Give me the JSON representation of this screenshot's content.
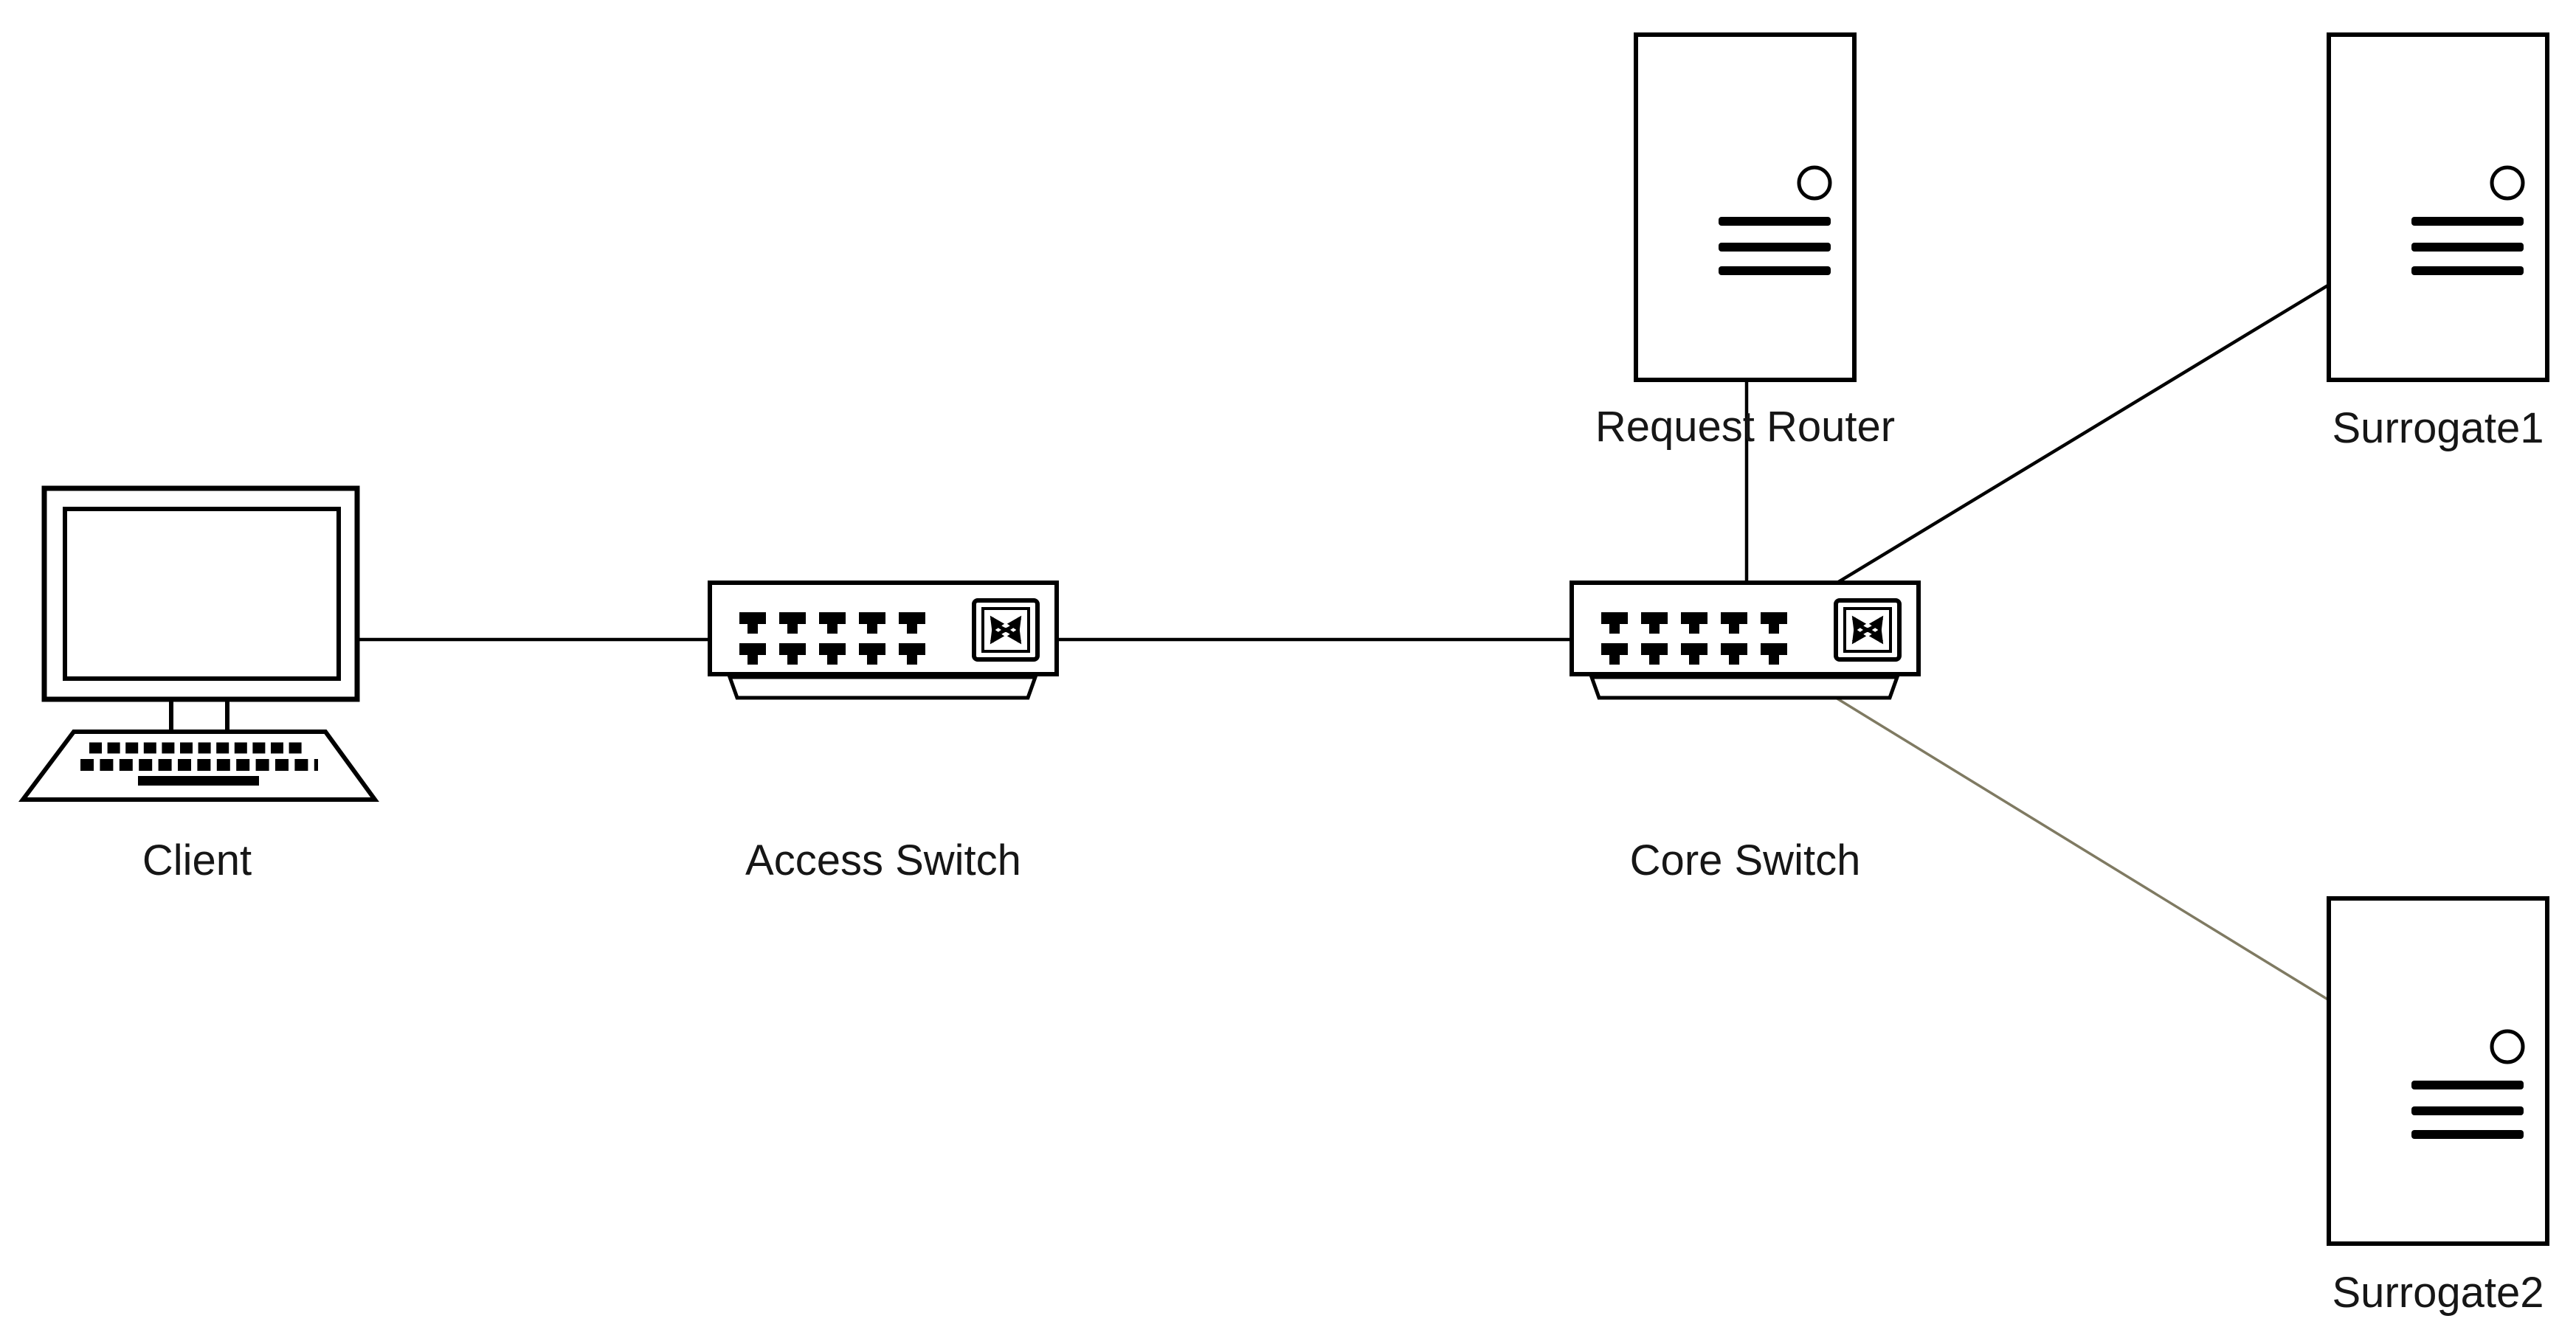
{
  "diagram": {
    "background_color": "#ffffff",
    "outline_color": "#000000",
    "text_color": "#161616",
    "nodes": [
      {
        "id": "client",
        "label": "Client",
        "type": "desktop-computer",
        "icon": "desktop-computer-icon"
      },
      {
        "id": "access-switch",
        "label": "Access Switch",
        "type": "network-switch",
        "icon": "network-switch-icon"
      },
      {
        "id": "core-switch",
        "label": "Core Switch",
        "type": "network-switch",
        "icon": "network-switch-icon"
      },
      {
        "id": "request-router",
        "label": "Request Router",
        "type": "server",
        "icon": "server-icon"
      },
      {
        "id": "surrogate1",
        "label": "Surrogate1",
        "type": "server",
        "icon": "server-icon"
      },
      {
        "id": "surrogate2",
        "label": "Surrogate2",
        "type": "server",
        "icon": "server-icon"
      }
    ],
    "links": [
      {
        "from": "client",
        "to": "access-switch",
        "color": "#000000"
      },
      {
        "from": "access-switch",
        "to": "core-switch",
        "color": "#000000"
      },
      {
        "from": "request-router",
        "to": "core-switch",
        "color": "#000000"
      },
      {
        "from": "core-switch",
        "to": "surrogate1",
        "color": "#000000"
      },
      {
        "from": "core-switch",
        "to": "surrogate2",
        "color": "#7f7a62"
      }
    ]
  }
}
